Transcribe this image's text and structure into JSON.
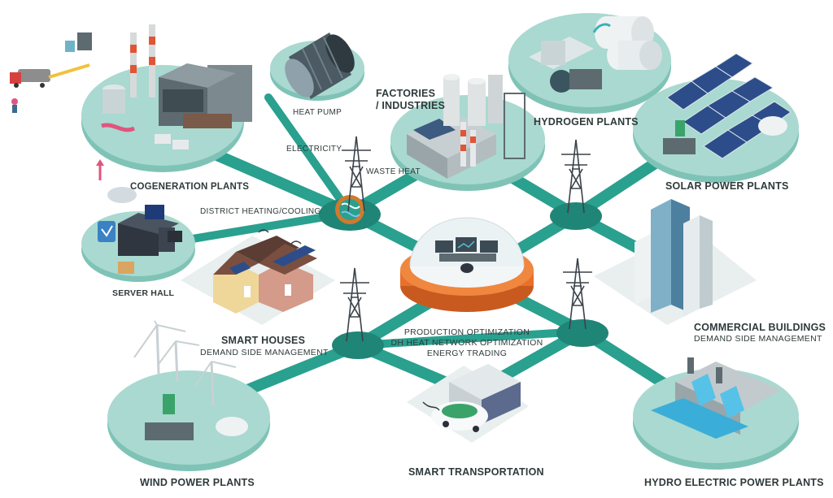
{
  "colors": {
    "road": "#2aa08f",
    "road_dark": "#1f8577",
    "platform": "#a9d9d0",
    "platform_side": "#7fc3b6",
    "ground": "#e9eeee",
    "accent_orange": "#e8702a",
    "text": "#2f3a3a"
  },
  "labels": {
    "cogeneration": "COGENERATION PLANTS",
    "heat_pump": "HEAT PUMP",
    "factories_line1": "FACTORIES",
    "factories_line2": "/ INDUSTRIES",
    "hydrogen": "HYDROGEN PLANTS",
    "solar": "SOLAR POWER PLANTS",
    "electricity": "ELECTRICITY",
    "waste_heat": "WASTE HEAT",
    "district": "DISTRICT HEATING/COOLING",
    "server_hall": "SERVER HALL",
    "smart_houses": "SMART HOUSES",
    "smart_houses_sub": "DEMAND SIDE MANAGEMENT",
    "hub_line1": "PRODUCTION OPTIMIZATION",
    "hub_line2": "DH HEAT NETWORK OPTIMIZATION",
    "hub_line3": "ENERGY TRADING",
    "commercial": "COMMERCIAL BUILDINGS",
    "commercial_sub": "DEMAND SIDE MANAGEMENT",
    "wind": "WIND POWER PLANTS",
    "transport": "SMART TRANSPORTATION",
    "hydro": "HYDRO ELECTRIC POWER PLANTS"
  },
  "icons": {
    "hub": "control-room-dome-icon",
    "pylon": "power-pylon-icon",
    "gear": "heat-exchange-gear-icon"
  }
}
